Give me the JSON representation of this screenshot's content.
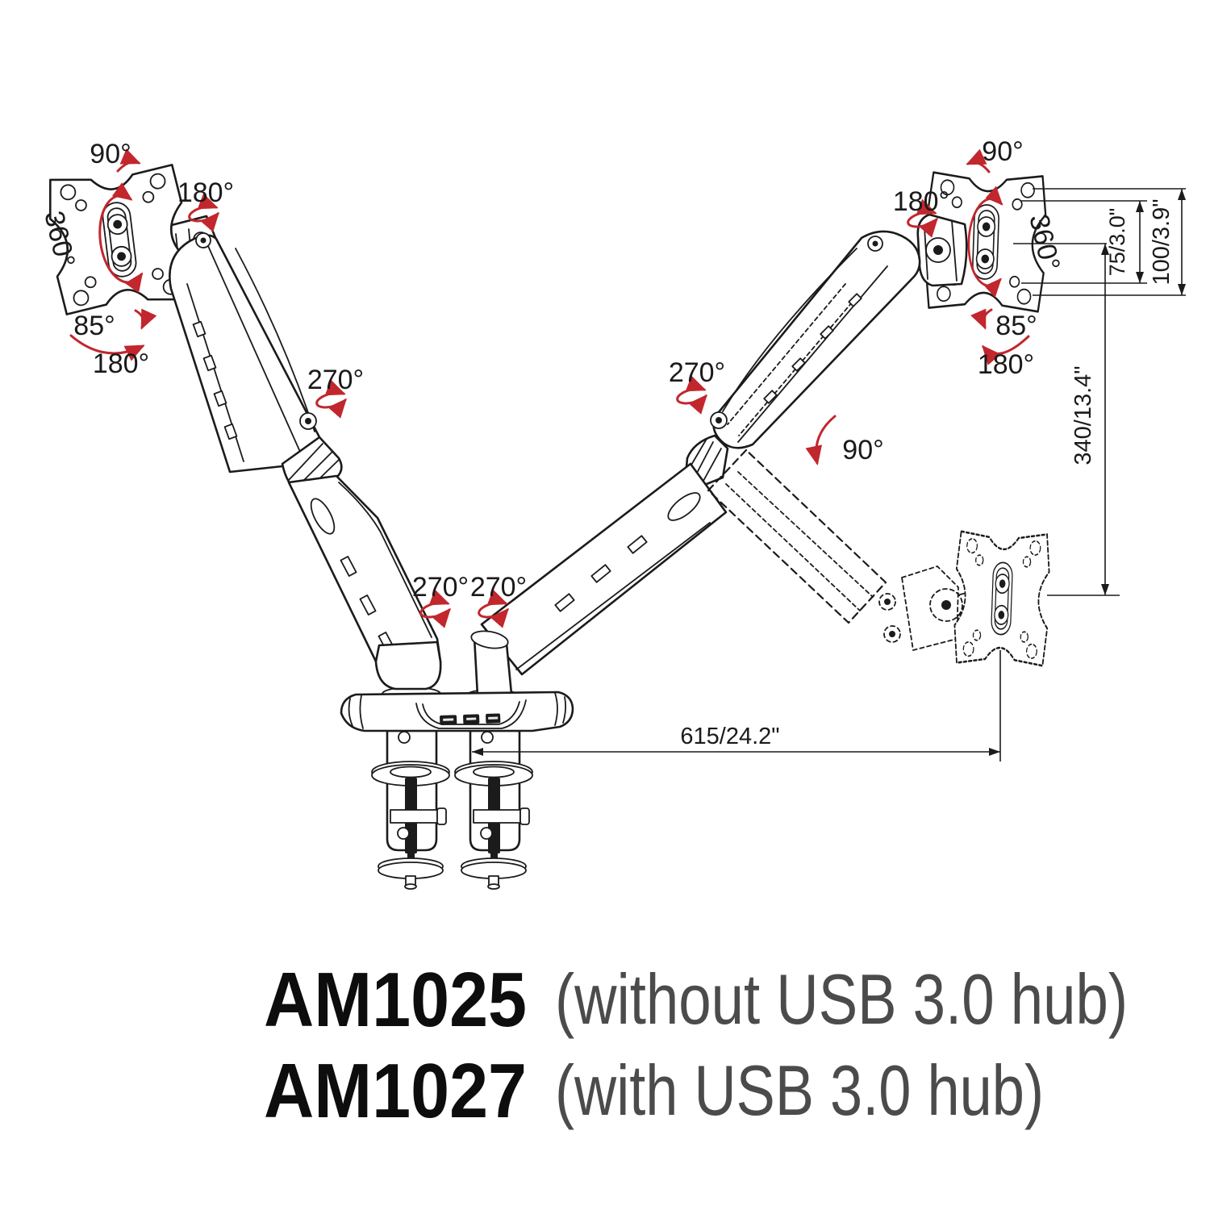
{
  "diagram": {
    "left_monitor_mount": {
      "rotation": "90°",
      "swivel": "180°",
      "spin": "360°",
      "tilt_up": "85°",
      "tilt_down": "180°",
      "arm_swivel": "270°"
    },
    "right_monitor_mount": {
      "rotation": "90°",
      "swivel": "180°",
      "spin": "360°",
      "tilt_up": "85°",
      "tilt_down": "180°",
      "arm_swivel": "270°",
      "arm_lift": "90°"
    },
    "base": {
      "left_arm_swivel": "270°",
      "right_arm_swivel": "270°"
    },
    "dimensions": {
      "vesa_hole_spacing": "75/3.0\"",
      "vesa_plate_size": "100/3.9\"",
      "vertical_range": "340/13.4\"",
      "horizontal_reach": "615/24.2\""
    },
    "colors": {
      "line": "#1b1b1b",
      "annotation_red": "#C1272D"
    }
  },
  "models": [
    {
      "code": "AM1025",
      "note": "(without USB 3.0 hub)"
    },
    {
      "code": "AM1027",
      "note": "(with USB 3.0 hub)"
    }
  ]
}
